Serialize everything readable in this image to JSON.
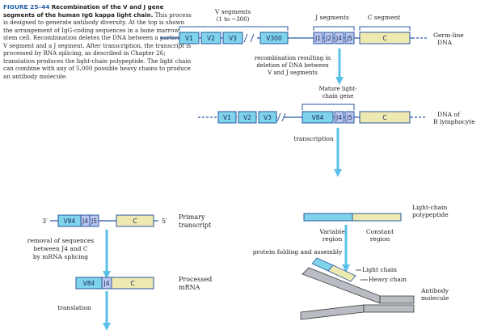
{
  "caption": {
    "figure_label": "FIGURE 25–44",
    "title": "Recombination of the V and J gene segments of the human IgG kappa light chain.",
    "body": "This process is designed to generate antibody diversity. At the top is shown the arrangement of IgG-coding sequences in a bone marrow stem cell. Recombination deletes the DNA between a particular V segment and a J segment. After transcription, the transcript is processed by RNA splicing, as described in Chapter 26; translation produces the light-chain polypeptide. The light chain can combine with any of 5,000 possible heavy chains to produce an antibody molecule."
  },
  "labels": {
    "v_segments": "V segments",
    "v_range": "(1 to ~300)",
    "j_segments": "J segments",
    "c_segment": "C segment",
    "germline_1": "Germ-line",
    "germline_2": "DNA",
    "recomb_1": "recombination resulting in",
    "recomb_2": "deletion of DNA between",
    "recomb_3": "V and J segments",
    "mature_1": "Mature light-",
    "mature_2": "chain gene",
    "dna_b_1": "DNA of",
    "dna_b_2": "B lymphocyte",
    "transcription": "transcription",
    "five_prime": "5′",
    "three_prime": "3′",
    "primary_1": "Primary",
    "primary_2": "transcript",
    "removal_1": "removal of sequences",
    "removal_2": "between J4 and C",
    "removal_3": "by mRNA splicing",
    "processed_1": "Processed",
    "processed_2": "mRNA",
    "translation": "translation",
    "lcp_1": "Light-chain",
    "lcp_2": "polypeptide",
    "variable_1": "Variable",
    "variable_2": "region",
    "constant_1": "Constant",
    "constant_2": "region",
    "folding": "protein folding and assembly",
    "light_chain": "Light chain",
    "heavy_chain": "Heavy chain",
    "antibody_1": "Antibody",
    "antibody_2": "molecule"
  },
  "segments": {
    "germline": [
      "V1",
      "V2",
      "V3",
      "V300",
      "J1",
      "J2",
      "J4",
      "J5",
      "C"
    ],
    "mature": [
      "V1",
      "V2",
      "V3",
      "V84",
      "J4",
      "J5",
      "C"
    ],
    "primary": [
      "V84",
      "J4",
      "J5",
      "C"
    ],
    "processed": [
      "V84",
      "J4",
      "C"
    ]
  },
  "colors": {
    "v_segment": "#7fd3ea",
    "j_segment": "#b9c6ee",
    "c_segment": "#eee9b0",
    "line": "#2a57a0",
    "arrow": "#5bc0e8",
    "heavy_chain": "#b9bdc3"
  }
}
